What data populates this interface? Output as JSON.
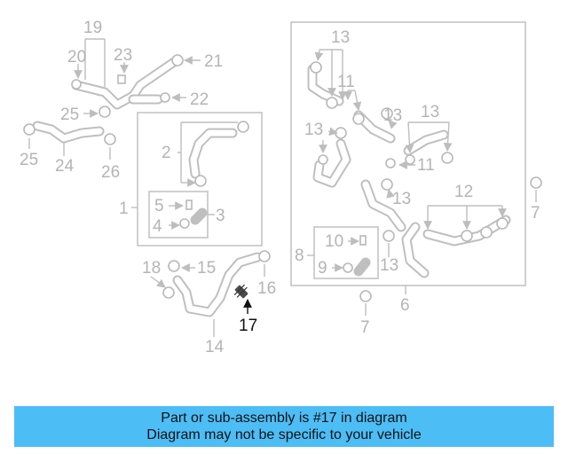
{
  "colors": {
    "banner_bg": "#4dbdf6",
    "part_gray": "#b4b4b4",
    "highlight": "#111111"
  },
  "callouts": [
    {
      "n": "1"
    },
    {
      "n": "2"
    },
    {
      "n": "3"
    },
    {
      "n": "4"
    },
    {
      "n": "5"
    },
    {
      "n": "6"
    },
    {
      "n": "7"
    },
    {
      "n": "7"
    },
    {
      "n": "8"
    },
    {
      "n": "9"
    },
    {
      "n": "10"
    },
    {
      "n": "11"
    },
    {
      "n": "11"
    },
    {
      "n": "12"
    },
    {
      "n": "13"
    },
    {
      "n": "13"
    },
    {
      "n": "13"
    },
    {
      "n": "13"
    },
    {
      "n": "13"
    },
    {
      "n": "13"
    },
    {
      "n": "14"
    },
    {
      "n": "15"
    },
    {
      "n": "16"
    },
    {
      "n": "17"
    },
    {
      "n": "18"
    },
    {
      "n": "19"
    },
    {
      "n": "20"
    },
    {
      "n": "21"
    },
    {
      "n": "22"
    },
    {
      "n": "23"
    },
    {
      "n": "24"
    },
    {
      "n": "25"
    },
    {
      "n": "25"
    },
    {
      "n": "26"
    }
  ],
  "highlighted_part": "17",
  "banner": {
    "line1": "Part or sub-assembly is #17 in diagram",
    "line2": "Diagram may not be specific to your vehicle"
  }
}
